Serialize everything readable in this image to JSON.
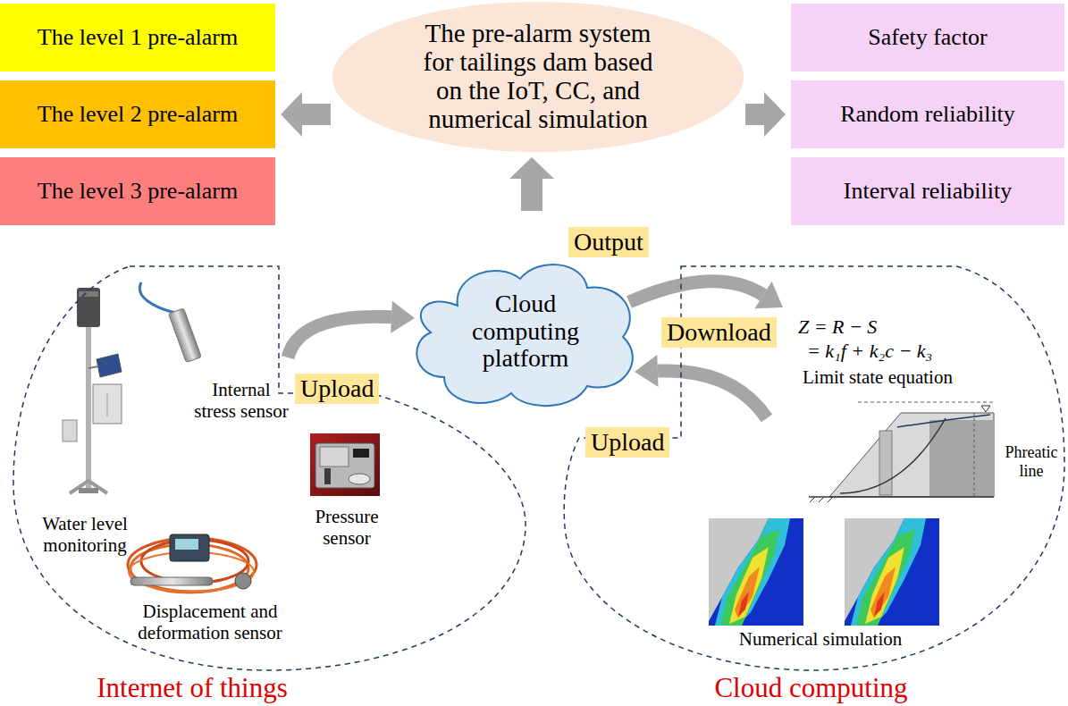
{
  "diagram": {
    "nodes": [
      {
        "text": [
          "The level 1 pre-alarm"
        ]
      },
      {
        "text": [
          "The level 2 pre-alarm"
        ]
      },
      {
        "text": [
          "The level 3 pre-alarm"
        ]
      },
      {
        "text": [
          "The pre-alarm system for tailings dam based on the IoT, CC, and numerical simulation"
        ]
      },
      {
        "text": [
          "Safety factor"
        ]
      },
      {
        "text": [
          "Random reliability"
        ]
      },
      {
        "text": [
          "Interval reliability"
        ]
      },
      {
        "text": [
          "Cloud computing platform"
        ]
      },
      {
        "text": [
          "Internet of things"
        ]
      },
      {
        "text": [
          "Cloud computing"
        ]
      }
    ],
    "edges": [
      {
        "from": 3,
        "to": 1,
        "arrow": "to"
      },
      {
        "from": 3,
        "to": 5,
        "arrow": "to"
      },
      {
        "from": 7,
        "to": 3,
        "label": "Output",
        "arrow": "to"
      },
      {
        "from": 8,
        "to": 7,
        "label": "Upload",
        "arrow": "to"
      },
      {
        "from": 7,
        "to": 9,
        "label": "Download",
        "arrow": "to"
      },
      {
        "from": 9,
        "to": 7,
        "label": "Upload",
        "arrow": "to"
      }
    ],
    "labels": [
      "Internal stress sensor",
      "Water level monitoring",
      "Displacement and deformation sensor",
      "Pressure sensor",
      "Z = R − S",
      "= k₁f + k₂c − k₃",
      "Limit state equation",
      "Phreatic line",
      "Numerical simulation"
    ]
  }
}
